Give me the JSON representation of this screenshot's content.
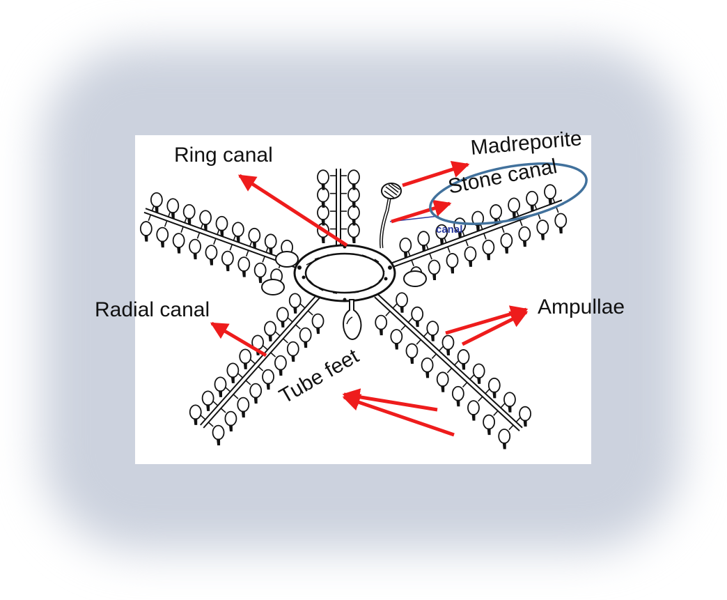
{
  "labels": {
    "ring_canal": "Ring canal",
    "madreporite": "Madreporite",
    "stone_canal": "Stone canal",
    "radial_canal": "Radial canal",
    "ampullae": "Ampullae",
    "tube_feet": "Tube feet",
    "drawing_text": "canal"
  },
  "colors": {
    "arrow": "#ee1c1c",
    "ellipse": "#41719c",
    "ink": "#111111",
    "glow": "#ccd2de",
    "drawing_text": "#2a3aa0"
  }
}
